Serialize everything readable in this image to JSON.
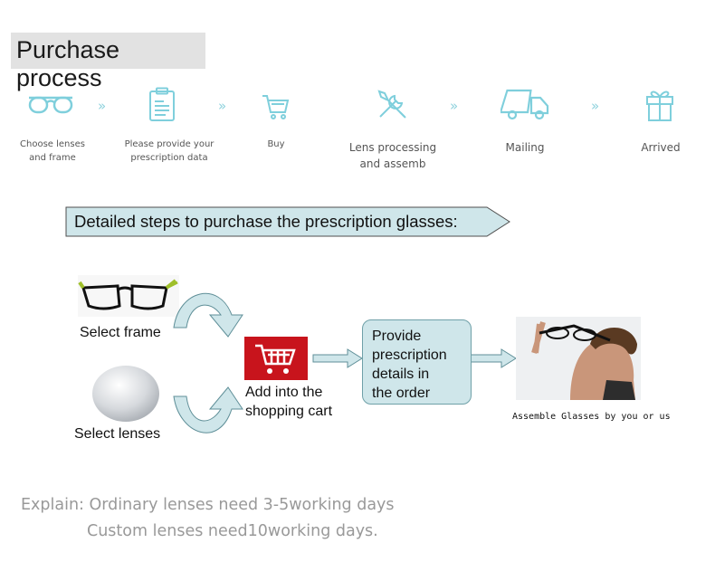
{
  "title": "Purchase process",
  "steps": [
    {
      "label": "Choose lenses\nand frame",
      "icon": "glasses-icon"
    },
    {
      "label": "Please provide your\nprescription data",
      "icon": "clipboard-icon"
    },
    {
      "label": "Buy",
      "icon": "cart-icon"
    },
    {
      "label": "Lens processing\nand assemb",
      "icon": "tools-icon"
    },
    {
      "label": "Mailing",
      "icon": "truck-icon"
    },
    {
      "label": "Arrived",
      "icon": "gift-icon"
    }
  ],
  "separator": "»",
  "banner": "Detailed steps to purchase the prescription glasses:",
  "diagram": {
    "select_frame": "Select frame",
    "select_lenses": "Select lenses",
    "add_cart": "Add into the\nshopping cart",
    "provide": "Provide\nprescription\ndetails in\nthe order",
    "assemble": "Assemble Glasses by you or us"
  },
  "explain": {
    "line1": "Explain:  Ordinary lenses need 3-5working days",
    "line2": "Custom lenses need10working days."
  },
  "colors": {
    "icon": "#7fcfdc",
    "banner_fill": "#cfe6ea",
    "arrow_fill": "#cfe6ea",
    "cart_red": "#c8141c",
    "explain_text": "#999999"
  }
}
